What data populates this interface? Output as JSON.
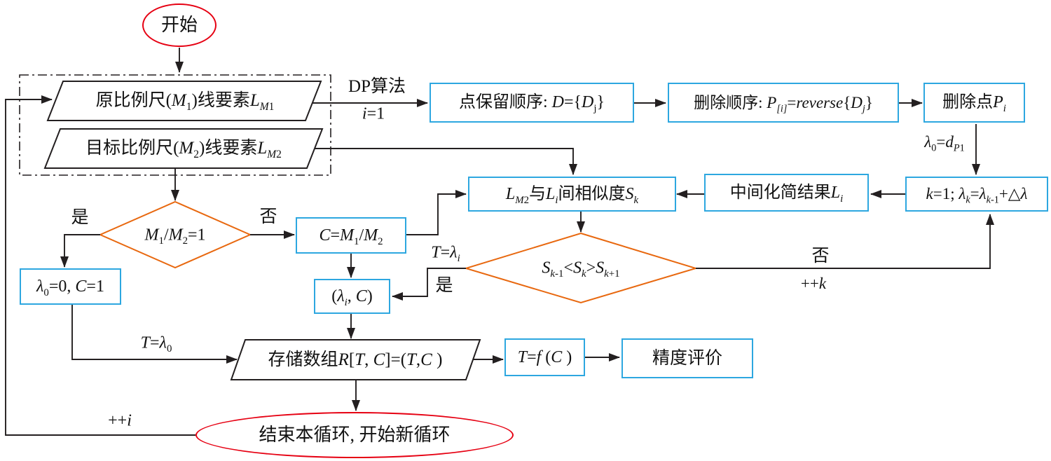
{
  "colors": {
    "box_border": "#2da7e0",
    "diamond_border": "#e8680f",
    "terminal_border": "#e60012",
    "line": "#231f20"
  },
  "nodes": {
    "start": {
      "label": "开始"
    },
    "input_lm1": {
      "label": "原比例尺(<i>M</i><sub>1</sub>)线要素<i>L</i><sub><i>M</i>1</sub>"
    },
    "input_lm2": {
      "label": "目标比例尺(<i>M</i><sub>2</sub>)线要素<i>L</i><sub><i>M</i>2</sub>"
    },
    "keep_order": {
      "label": "点保留顺序: <i>D</i>={<i>D</i><sub>j</sub>}"
    },
    "delete_order": {
      "label": "删除顺序: <i>P</i><sub><i>[i]</i></sub>=<i>reverse</i>{<i>D</i><sub><i>j</i></sub>}"
    },
    "delete_point": {
      "label": "删除点<i>P</i><sub><i>i</i></sub>"
    },
    "k_update": {
      "label": "<i>k</i>=1; <i>λ</i><sub><i>k</i></sub>=<i>λ</i><sub><i>k</i>-1</sub>+△<i>λ</i>"
    },
    "mid_result": {
      "label": "中间化简结果<i>L</i><sub><i>i</i></sub>"
    },
    "similarity": {
      "label": "<i>L</i><sub><i>M</i>2</sub>与<i>L</i><sub><i>i</i></sub>间相似度<i>S</i><sub><i>k</i></sub>"
    },
    "scale_check": {
      "label": "<i>M</i><sub>1</sub>/<i>M</i><sub>2</sub>=1"
    },
    "c_ratio": {
      "label": "<i>C</i>=<i>M</i><sub>1</sub>/<i>M</i><sub>2</sub>"
    },
    "lambda_init": {
      "label": "<i>λ</i><sub>0</sub>=0, <i>C</i>=1"
    },
    "peak_check": {
      "label": "<i>S</i><sub><i>k</i>-1</sub>&lt;<i>S</i><sub><i>k</i></sub>&gt;<i>S</i><sub><i>k</i>+1</sub>"
    },
    "lambda_c": {
      "label": "(<i>λ</i><sub><i>i</i></sub>, <i>C</i>)"
    },
    "store": {
      "label": "存储数组<i>R</i>[<i>T</i>, <i>C</i>]=(<i>T</i>,<i>C</i> )"
    },
    "t_func": {
      "label": "<i>T</i>=<i>f</i> (<i>C</i> )"
    },
    "evaluate": {
      "label": "精度评价"
    },
    "end": {
      "label": "结束本循环, 开始新循环"
    }
  },
  "edge_labels": {
    "dp_algorithm": "DP算法",
    "i_init": "<i>i</i>=1",
    "lambda0_dp1": "<i>λ</i><sub>0</sub>=<i>d</i><sub><i>P</i>1</sub>",
    "yes_scale": "是",
    "no_scale": "否",
    "t_lambda_i": "<i>T</i>=<i>λ</i><sub><i>i</i></sub>",
    "yes_peak": "是",
    "no_peak": "否",
    "inc_k": "++<i>k</i>",
    "t_lambda_0": "<i>T</i>=<i>λ</i><sub>0</sub>",
    "inc_i": "++<i>i</i>"
  }
}
